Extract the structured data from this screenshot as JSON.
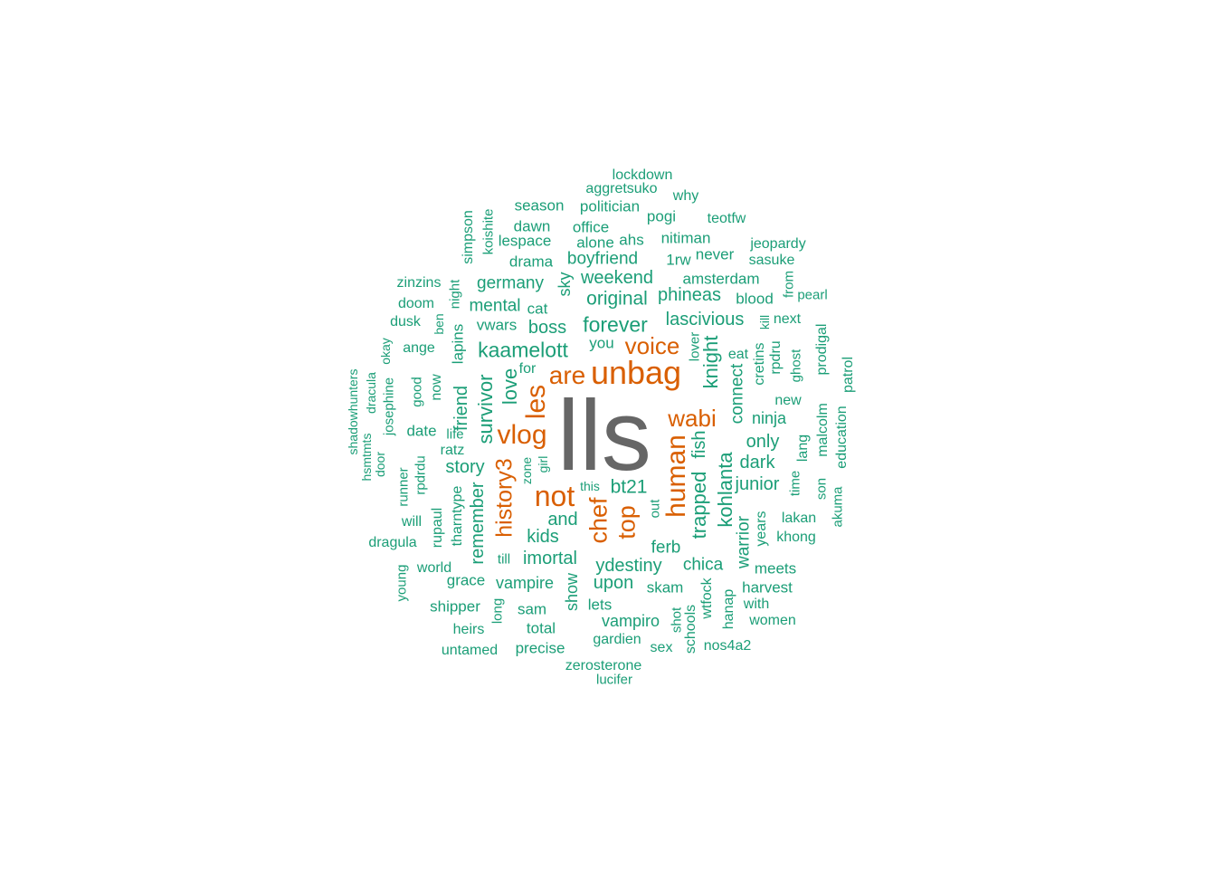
{
  "colors": {
    "top": "#666666",
    "mid": "#d95f02",
    "low": "#1b9e77"
  },
  "words": [
    {
      "text": "lls",
      "tier": "top"
    },
    {
      "text": "unbag",
      "tier": "mid"
    },
    {
      "text": "not",
      "tier": "mid"
    },
    {
      "text": "human",
      "tier": "mid"
    },
    {
      "text": "vlog",
      "tier": "mid"
    },
    {
      "text": "les",
      "tier": "mid"
    },
    {
      "text": "are",
      "tier": "mid"
    },
    {
      "text": "wabi",
      "tier": "mid"
    },
    {
      "text": "voice",
      "tier": "mid"
    },
    {
      "text": "chef",
      "tier": "mid"
    },
    {
      "text": "top",
      "tier": "mid"
    },
    {
      "text": "history3",
      "tier": "mid"
    },
    {
      "text": "kaamelott",
      "tier": "low"
    },
    {
      "text": "forever",
      "tier": "low"
    },
    {
      "text": "survivor",
      "tier": "low"
    },
    {
      "text": "love",
      "tier": "low"
    },
    {
      "text": "trapped",
      "tier": "low"
    },
    {
      "text": "kohlanta",
      "tier": "low"
    },
    {
      "text": "knight",
      "tier": "low"
    },
    {
      "text": "original",
      "tier": "low"
    },
    {
      "text": "weekend",
      "tier": "low"
    },
    {
      "text": "boyfriend",
      "tier": "low"
    },
    {
      "text": "germany",
      "tier": "low"
    },
    {
      "text": "mental",
      "tier": "low"
    },
    {
      "text": "boss",
      "tier": "low"
    },
    {
      "text": "lascivious",
      "tier": "low"
    },
    {
      "text": "phineas",
      "tier": "low"
    },
    {
      "text": "bt21",
      "tier": "low"
    },
    {
      "text": "story",
      "tier": "low"
    },
    {
      "text": "remember",
      "tier": "low"
    },
    {
      "text": "imortal",
      "tier": "low"
    },
    {
      "text": "ydestiny",
      "tier": "low"
    },
    {
      "text": "kids",
      "tier": "low"
    },
    {
      "text": "and",
      "tier": "low"
    },
    {
      "text": "fish",
      "tier": "low"
    },
    {
      "text": "connect",
      "tier": "low"
    },
    {
      "text": "only",
      "tier": "low"
    },
    {
      "text": "dark",
      "tier": "low"
    },
    {
      "text": "junior",
      "tier": "low"
    },
    {
      "text": "ninja",
      "tier": "low"
    },
    {
      "text": "warrior",
      "tier": "low"
    },
    {
      "text": "upon",
      "tier": "low"
    },
    {
      "text": "ferb",
      "tier": "low"
    },
    {
      "text": "chica",
      "tier": "low"
    },
    {
      "text": "vampire",
      "tier": "low"
    },
    {
      "text": "vampiro",
      "tier": "low"
    },
    {
      "text": "friend",
      "tier": "low"
    },
    {
      "text": "vwars",
      "tier": "low"
    },
    {
      "text": "sky",
      "tier": "low"
    },
    {
      "text": "show",
      "tier": "low"
    },
    {
      "text": "skam",
      "tier": "low"
    },
    {
      "text": "lapins",
      "tier": "low"
    },
    {
      "text": "drama",
      "tier": "low"
    },
    {
      "text": "lespace",
      "tier": "low"
    },
    {
      "text": "season",
      "tier": "low"
    },
    {
      "text": "dawn",
      "tier": "low"
    },
    {
      "text": "office",
      "tier": "low"
    },
    {
      "text": "alone",
      "tier": "low"
    },
    {
      "text": "ahs",
      "tier": "low"
    },
    {
      "text": "politician",
      "tier": "low"
    },
    {
      "text": "aggretsuko",
      "tier": "low"
    },
    {
      "text": "lockdown",
      "tier": "low"
    },
    {
      "text": "pogi",
      "tier": "low"
    },
    {
      "text": "why",
      "tier": "low"
    },
    {
      "text": "teotfw",
      "tier": "low"
    },
    {
      "text": "nitiman",
      "tier": "low"
    },
    {
      "text": "jeopardy",
      "tier": "low"
    },
    {
      "text": "never",
      "tier": "low"
    },
    {
      "text": "1rw",
      "tier": "low"
    },
    {
      "text": "sasuke",
      "tier": "low"
    },
    {
      "text": "amsterdam",
      "tier": "low"
    },
    {
      "text": "from",
      "tier": "low"
    },
    {
      "text": "blood",
      "tier": "low"
    },
    {
      "text": "pearl",
      "tier": "low"
    },
    {
      "text": "next",
      "tier": "low"
    },
    {
      "text": "kill",
      "tier": "low"
    },
    {
      "text": "lover",
      "tier": "low"
    },
    {
      "text": "eat",
      "tier": "low"
    },
    {
      "text": "cretins",
      "tier": "low"
    },
    {
      "text": "rpdru",
      "tier": "low"
    },
    {
      "text": "ghost",
      "tier": "low"
    },
    {
      "text": "prodigal",
      "tier": "low"
    },
    {
      "text": "patrol",
      "tier": "low"
    },
    {
      "text": "new",
      "tier": "low"
    },
    {
      "text": "malcolm",
      "tier": "low"
    },
    {
      "text": "education",
      "tier": "low"
    },
    {
      "text": "lang",
      "tier": "low"
    },
    {
      "text": "son",
      "tier": "low"
    },
    {
      "text": "time",
      "tier": "low"
    },
    {
      "text": "akuma",
      "tier": "low"
    },
    {
      "text": "lakan",
      "tier": "low"
    },
    {
      "text": "khong",
      "tier": "low"
    },
    {
      "text": "years",
      "tier": "low"
    },
    {
      "text": "meets",
      "tier": "low"
    },
    {
      "text": "harvest",
      "tier": "low"
    },
    {
      "text": "with",
      "tier": "low"
    },
    {
      "text": "women",
      "tier": "low"
    },
    {
      "text": "hanap",
      "tier": "low"
    },
    {
      "text": "nos4a2",
      "tier": "low"
    },
    {
      "text": "wtfock",
      "tier": "low"
    },
    {
      "text": "schools",
      "tier": "low"
    },
    {
      "text": "shot",
      "tier": "low"
    },
    {
      "text": "sex",
      "tier": "low"
    },
    {
      "text": "gardien",
      "tier": "low"
    },
    {
      "text": "zerosterone",
      "tier": "low"
    },
    {
      "text": "lucifer",
      "tier": "low"
    },
    {
      "text": "lets",
      "tier": "low"
    },
    {
      "text": "total",
      "tier": "low"
    },
    {
      "text": "precise",
      "tier": "low"
    },
    {
      "text": "sam",
      "tier": "low"
    },
    {
      "text": "long",
      "tier": "low"
    },
    {
      "text": "till",
      "tier": "low"
    },
    {
      "text": "untamed",
      "tier": "low"
    },
    {
      "text": "heirs",
      "tier": "low"
    },
    {
      "text": "shipper",
      "tier": "low"
    },
    {
      "text": "grace",
      "tier": "low"
    },
    {
      "text": "world",
      "tier": "low"
    },
    {
      "text": "young",
      "tier": "low"
    },
    {
      "text": "dragula",
      "tier": "low"
    },
    {
      "text": "rupaul",
      "tier": "low"
    },
    {
      "text": "tharntype",
      "tier": "low"
    },
    {
      "text": "will",
      "tier": "low"
    },
    {
      "text": "runner",
      "tier": "low"
    },
    {
      "text": "rpdrdu",
      "tier": "low"
    },
    {
      "text": "ratz",
      "tier": "low"
    },
    {
      "text": "date",
      "tier": "low"
    },
    {
      "text": "life",
      "tier": "low"
    },
    {
      "text": "zone",
      "tier": "low"
    },
    {
      "text": "girl",
      "tier": "low"
    },
    {
      "text": "this",
      "tier": "low"
    },
    {
      "text": "out",
      "tier": "low"
    },
    {
      "text": "you",
      "tier": "low"
    },
    {
      "text": "for",
      "tier": "low"
    },
    {
      "text": "cat",
      "tier": "low"
    },
    {
      "text": "good",
      "tier": "low"
    },
    {
      "text": "now",
      "tier": "low"
    },
    {
      "text": "josephine",
      "tier": "low"
    },
    {
      "text": "door",
      "tier": "low"
    },
    {
      "text": "hsmtmts",
      "tier": "low"
    },
    {
      "text": "dracula",
      "tier": "low"
    },
    {
      "text": "shadowhunters",
      "tier": "low"
    },
    {
      "text": "okay",
      "tier": "low"
    },
    {
      "text": "ange",
      "tier": "low"
    },
    {
      "text": "dusk",
      "tier": "low"
    },
    {
      "text": "ben",
      "tier": "low"
    },
    {
      "text": "doom",
      "tier": "low"
    },
    {
      "text": "zinzins",
      "tier": "low"
    },
    {
      "text": "night",
      "tier": "low"
    },
    {
      "text": "simpson",
      "tier": "low"
    },
    {
      "text": "koishite",
      "tier": "low"
    }
  ]
}
